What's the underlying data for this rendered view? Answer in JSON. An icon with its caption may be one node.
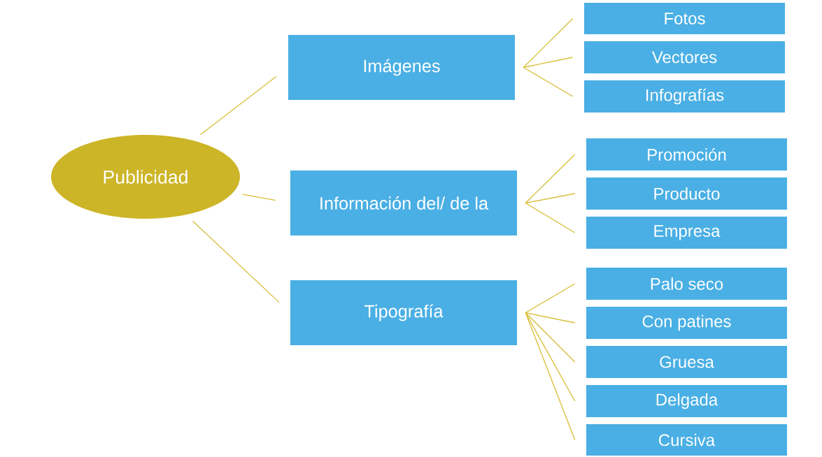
{
  "diagram": {
    "nodes": [
      {
        "text": [
          "Publicidad"
        ]
      },
      {
        "text": [
          "Imágenes"
        ]
      },
      {
        "text": [
          "Fotos"
        ]
      },
      {
        "text": [
          "Vectores"
        ]
      },
      {
        "text": [
          "Infografías"
        ]
      },
      {
        "text": [
          "Información del/ de la"
        ]
      },
      {
        "text": [
          "Promoción"
        ]
      },
      {
        "text": [
          "Producto"
        ]
      },
      {
        "text": [
          "Empresa"
        ]
      },
      {
        "text": [
          "Tipografía"
        ]
      },
      {
        "text": [
          "Palo seco"
        ]
      },
      {
        "text": [
          "Con patines"
        ]
      },
      {
        "text": [
          "Gruesa"
        ]
      },
      {
        "text": [
          "Delgada"
        ]
      },
      {
        "text": [
          "Cursiva"
        ]
      }
    ],
    "edges": [
      {
        "from": 0,
        "to": 1,
        "arrow": "none"
      },
      {
        "from": 0,
        "to": 5,
        "arrow": "none"
      },
      {
        "from": 0,
        "to": 9,
        "arrow": "none"
      },
      {
        "from": 1,
        "to": 2,
        "arrow": "none"
      },
      {
        "from": 1,
        "to": 3,
        "arrow": "none"
      },
      {
        "from": 1,
        "to": 4,
        "arrow": "none"
      },
      {
        "from": 5,
        "to": 6,
        "arrow": "none"
      },
      {
        "from": 5,
        "to": 7,
        "arrow": "none"
      },
      {
        "from": 5,
        "to": 8,
        "arrow": "none"
      },
      {
        "from": 9,
        "to": 10,
        "arrow": "none"
      },
      {
        "from": 9,
        "to": 11,
        "arrow": "none"
      },
      {
        "from": 9,
        "to": 12,
        "arrow": "none"
      },
      {
        "from": 9,
        "to": 13,
        "arrow": "none"
      },
      {
        "from": 9,
        "to": 14,
        "arrow": "none"
      }
    ]
  }
}
